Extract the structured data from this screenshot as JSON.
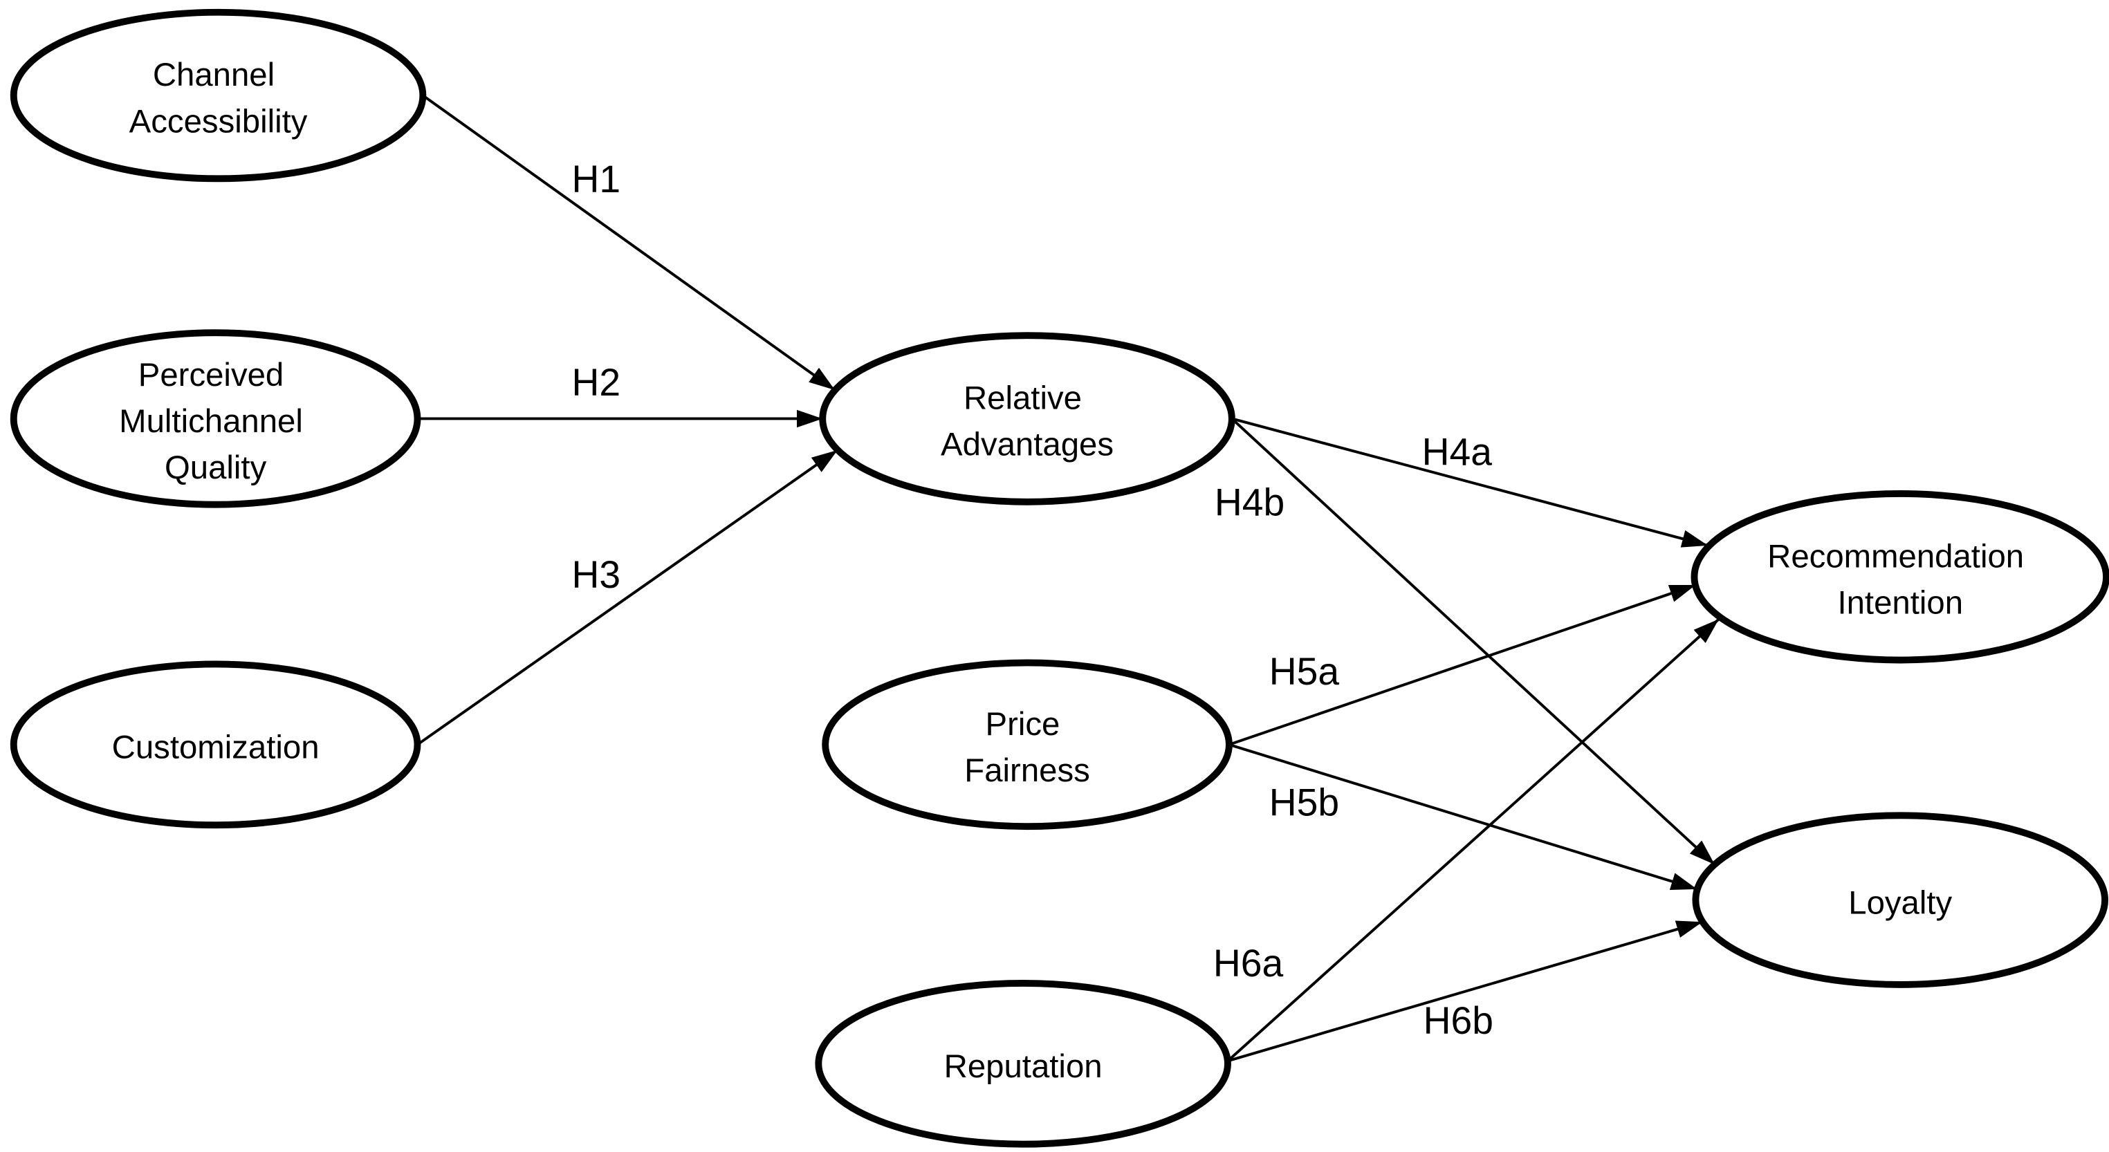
{
  "diagram": {
    "title": "Research model path diagram",
    "colors": {
      "background": "#ffffff",
      "node_fill": "#ffffff",
      "stroke": "#000000",
      "text": "#000000"
    },
    "nodes": [
      {
        "id": "channel-accessibility",
        "lines": [
          "Channel",
          "Accessibility"
        ]
      },
      {
        "id": "perceived-multichannel-quality",
        "lines": [
          "Perceived",
          "Multichannel",
          "Quality"
        ]
      },
      {
        "id": "customization",
        "lines": [
          "Customization"
        ]
      },
      {
        "id": "relative-advantages",
        "lines": [
          "Relative",
          "Advantages"
        ]
      },
      {
        "id": "price-fairness",
        "lines": [
          "Price",
          "Fairness"
        ]
      },
      {
        "id": "reputation",
        "lines": [
          "Reputation"
        ]
      },
      {
        "id": "recommendation-intention",
        "lines": [
          "Recommendation",
          "Intention"
        ]
      },
      {
        "id": "loyalty",
        "lines": [
          "Loyalty"
        ]
      }
    ],
    "edges": [
      {
        "label": "H1",
        "from": "channel-accessibility",
        "to": "relative-advantages"
      },
      {
        "label": "H2",
        "from": "perceived-multichannel-quality",
        "to": "relative-advantages"
      },
      {
        "label": "H3",
        "from": "customization",
        "to": "relative-advantages"
      },
      {
        "label": "H4a",
        "from": "relative-advantages",
        "to": "recommendation-intention"
      },
      {
        "label": "H4b",
        "from": "relative-advantages",
        "to": "loyalty"
      },
      {
        "label": "H5a",
        "from": "price-fairness",
        "to": "recommendation-intention"
      },
      {
        "label": "H5b",
        "from": "price-fairness",
        "to": "loyalty"
      },
      {
        "label": "H6a",
        "from": "reputation",
        "to": "recommendation-intention"
      },
      {
        "label": "H6b",
        "from": "reputation",
        "to": "loyalty"
      }
    ]
  }
}
